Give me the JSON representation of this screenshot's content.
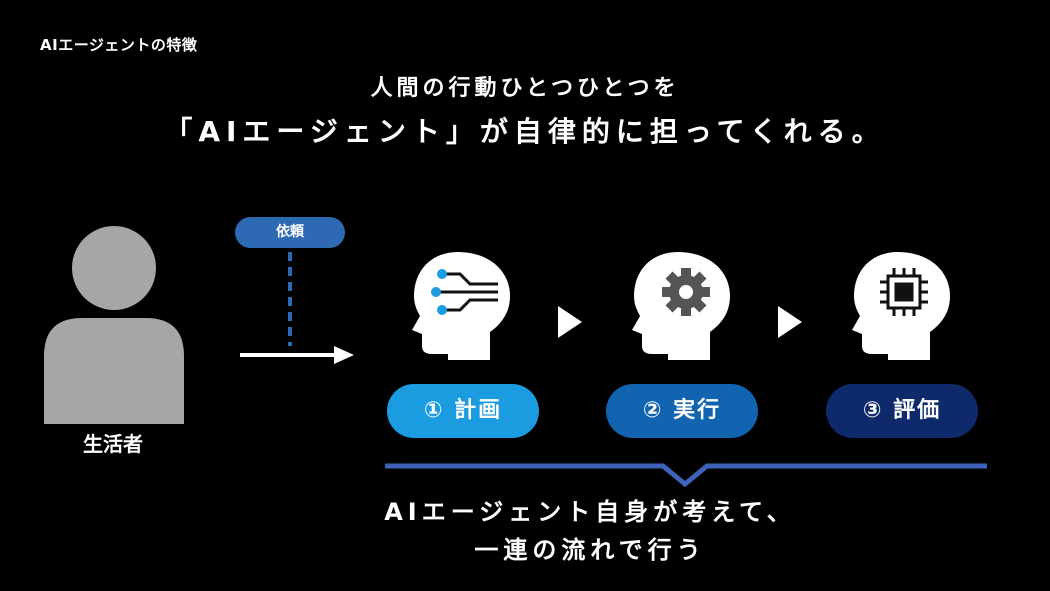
{
  "section_label": "AIエージェントの特徴",
  "headline": {
    "line1": "人間の行動ひとつひとつを",
    "line2": "「AIエージェント」が自律的に担ってくれる。"
  },
  "actor": {
    "label": "生活者",
    "icon": "person-icon"
  },
  "request": {
    "label": "依頼"
  },
  "steps": [
    {
      "label": "① 計画",
      "icon": "head-circuit-icon",
      "color": "#1b9be0"
    },
    {
      "label": "② 実行",
      "icon": "head-gear-icon",
      "color": "#1264b0"
    },
    {
      "label": "③ 評価",
      "icon": "head-chip-icon",
      "color": "#0f2a6a"
    }
  ],
  "summary": {
    "line1": "AIエージェント自身が考えて、",
    "line2": "一連の流れで行う"
  },
  "colors": {
    "background": "#000000",
    "accent": "#2e6ab3",
    "bracket": "#3d63b8"
  }
}
